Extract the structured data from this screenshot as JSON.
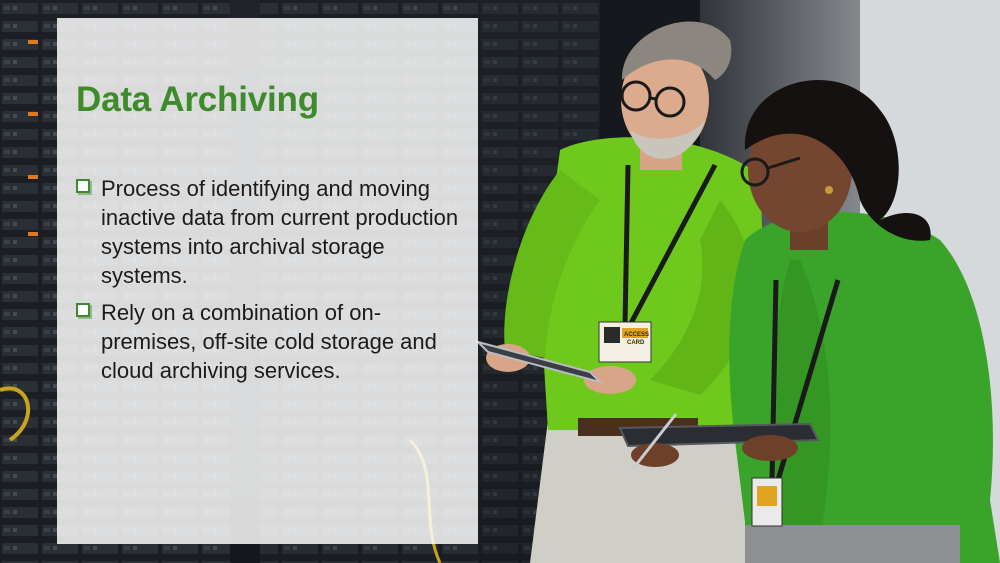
{
  "slide": {
    "title": "Data Archiving",
    "bullets": [
      {
        "icon": "checkbox-bullet-icon",
        "text": "Process of identifying and moving inactive data from current production systems into archival storage systems."
      },
      {
        "icon": "checkbox-bullet-icon",
        "text": "Rely on a combination of on-premises, off-site cold storage and cloud archiving services."
      }
    ],
    "badge_text": "ACCESS CARD"
  },
  "colors": {
    "title": "#3d8b2a",
    "bullet": "#3d8b2a",
    "text": "#1b1b1b",
    "panel": "rgba(255,255,255,0.84)",
    "shirt_lime": "#6fc81c",
    "shirt_green": "#3aa32a"
  }
}
